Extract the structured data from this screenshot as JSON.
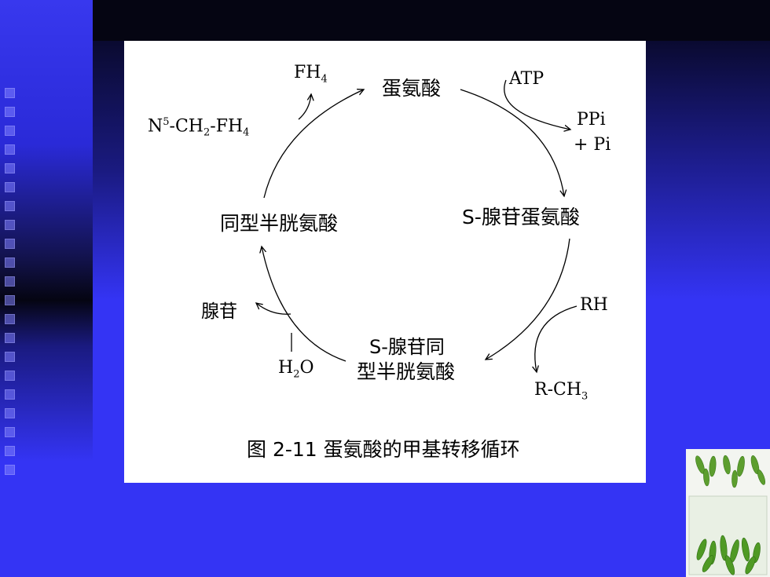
{
  "figure": {
    "caption": "图  2-11 蛋氨酸的甲基转移循环",
    "nodes": {
      "methionine": "蛋氨酸",
      "sam": "S-腺苷蛋氨酸",
      "sah_line1": "S-腺苷同",
      "sah_line2": "型半胱氨酸",
      "homocysteine": "同型半胱氨酸"
    },
    "side_labels": {
      "fh4": "FH",
      "fh4_sub": "4",
      "n5_n": "N",
      "n5_sup": "5",
      "n5_ch": "-CH",
      "n5_ch_sub": "2",
      "n5_fh": "-FH",
      "n5_fh_sub": "4",
      "atp": "ATP",
      "ppi": "PPi",
      "pi": "+ Pi",
      "rh": "RH",
      "rch3": "R-CH",
      "rch3_sub": "3",
      "adenosine": "腺苷",
      "h2o": "H",
      "h2o_sub": "2",
      "h2o_o": "O"
    }
  },
  "colors": {
    "background": "#3434f4",
    "panel": "#ffffff",
    "ink": "#000000"
  }
}
